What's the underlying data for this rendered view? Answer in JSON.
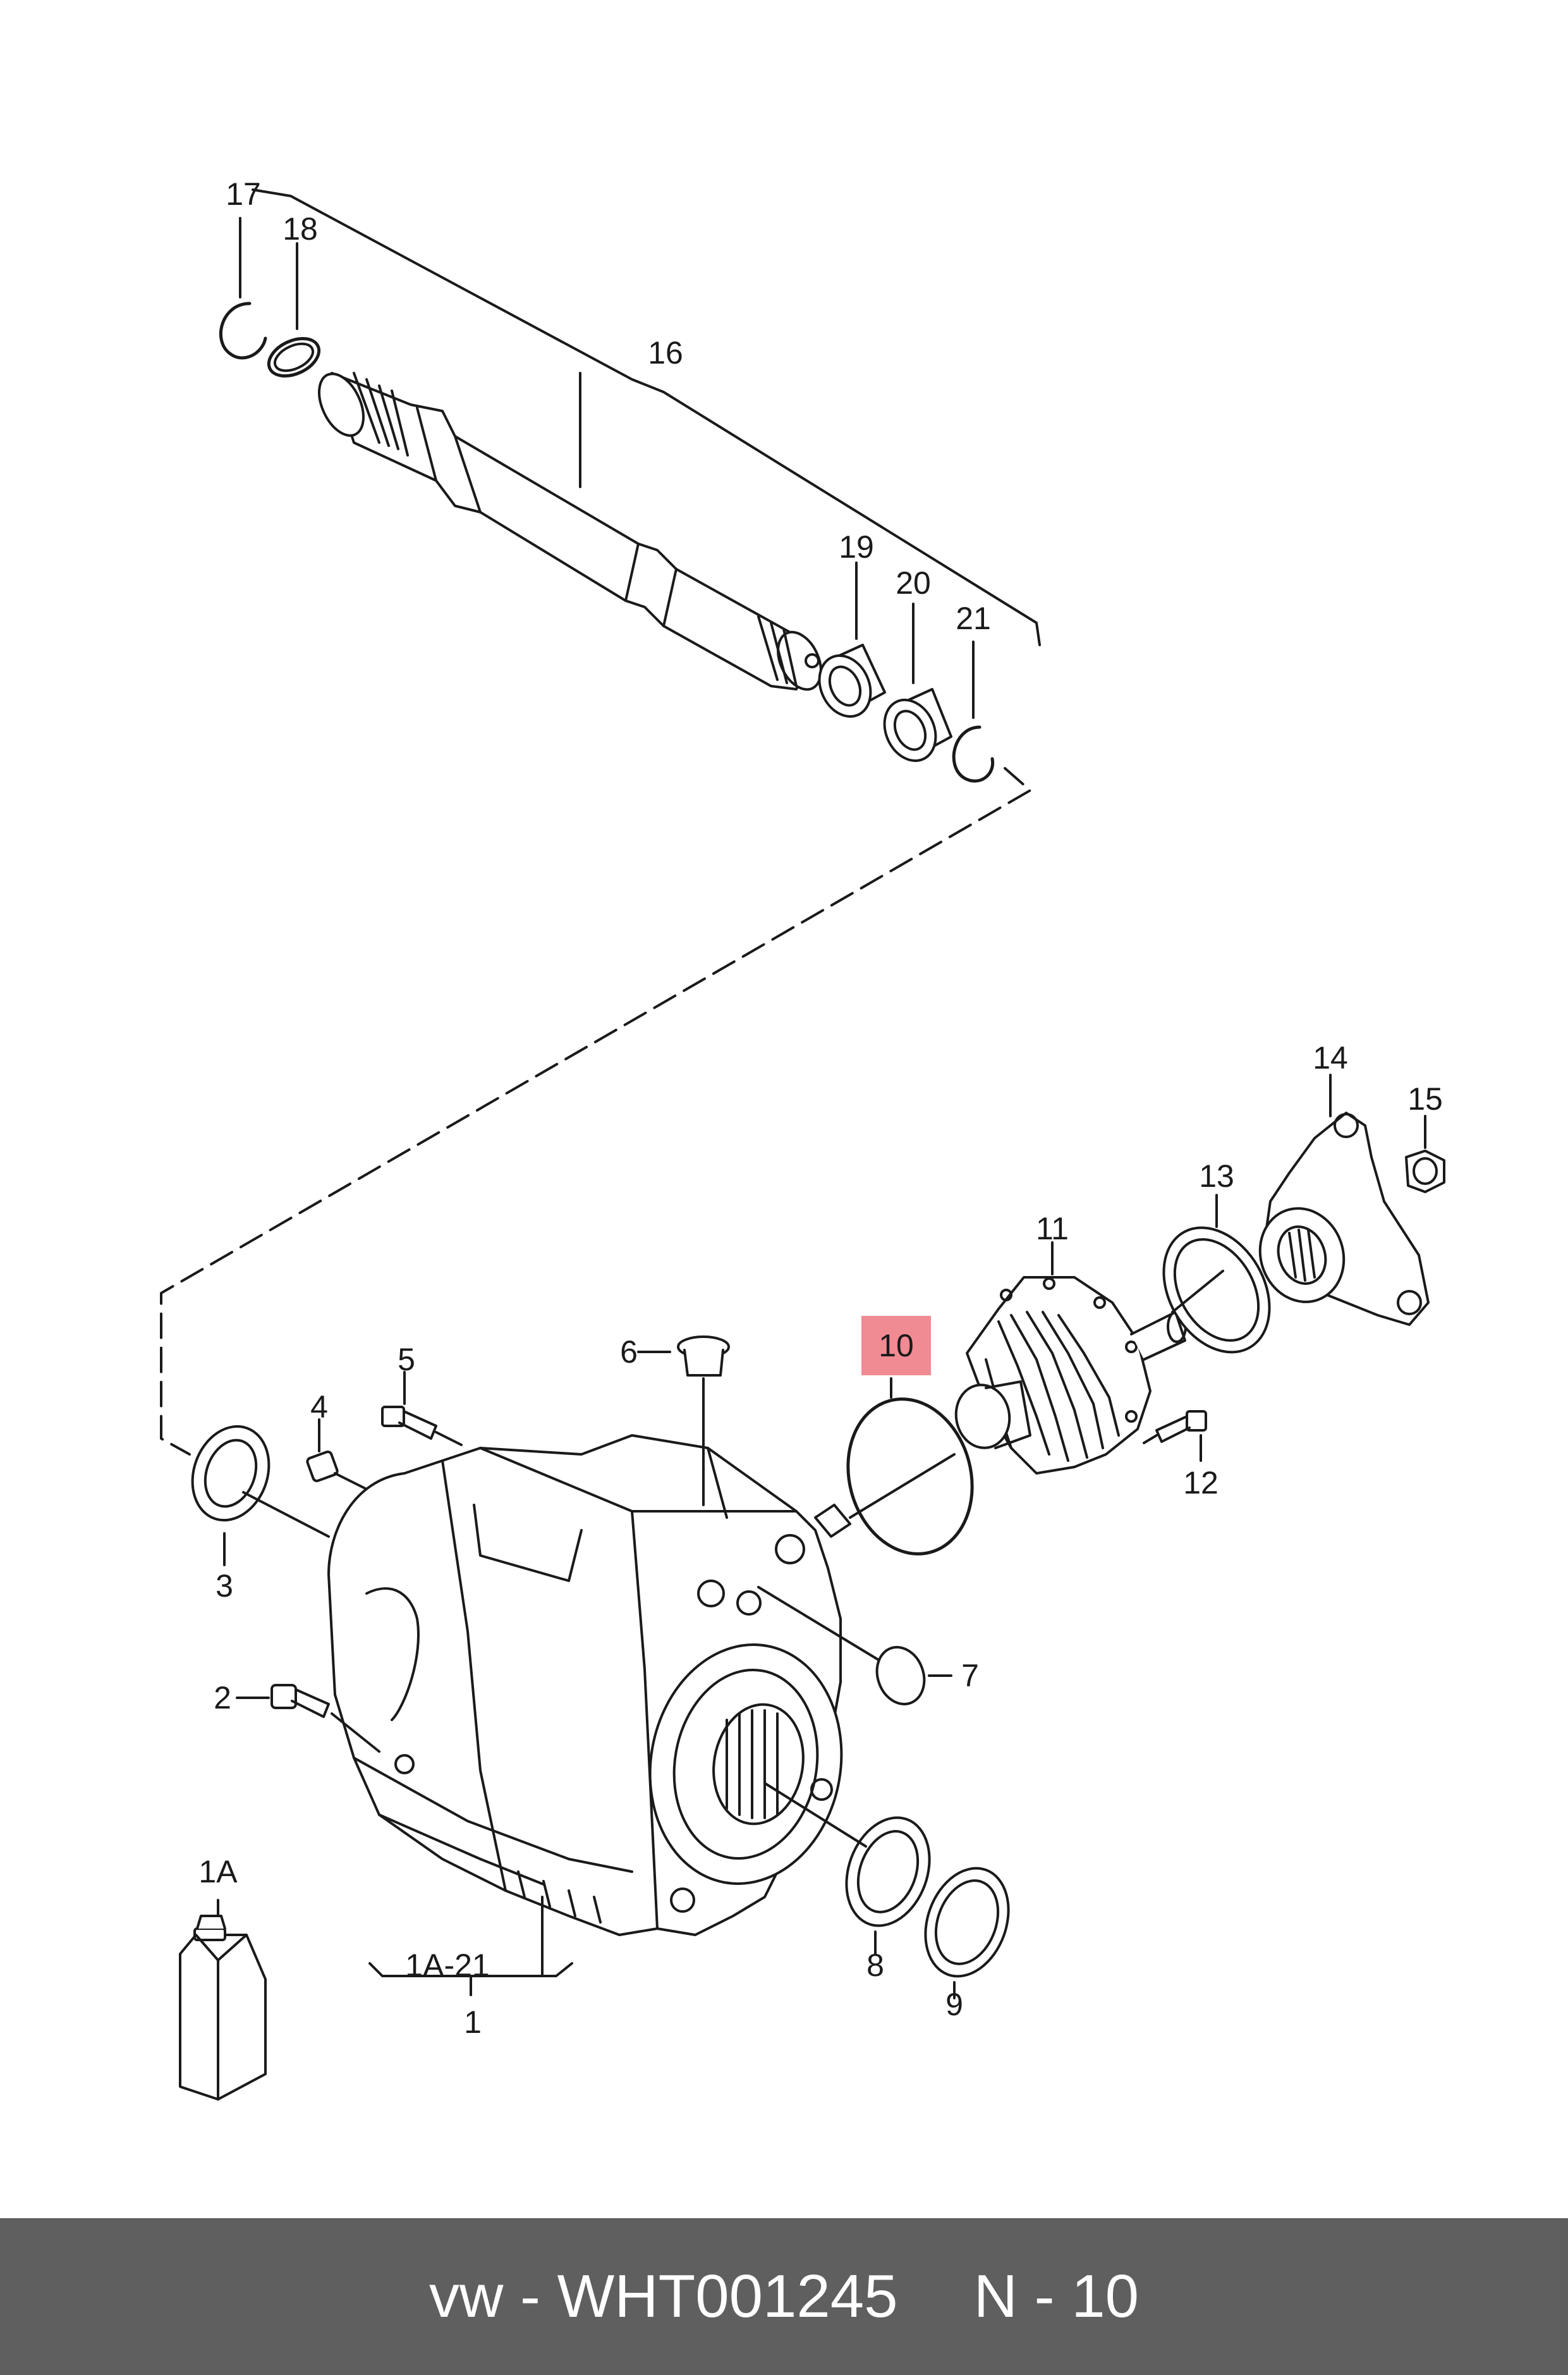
{
  "callouts": {
    "c1": "1",
    "c1a": "1A",
    "c1a21": "1A-21",
    "c2": "2",
    "c3": "3",
    "c4": "4",
    "c5": "5",
    "c6": "6",
    "c7": "7",
    "c8": "8",
    "c9": "9",
    "c10": "10",
    "c11": "11",
    "c12": "12",
    "c13": "13",
    "c14": "14",
    "c15": "15",
    "c16": "16",
    "c17": "17",
    "c18": "18",
    "c19": "19",
    "c20": "20",
    "c21": "21"
  },
  "highlight_color": "#f08a93",
  "footer": {
    "part": "vw - WHT001245",
    "position": "N - 10"
  }
}
